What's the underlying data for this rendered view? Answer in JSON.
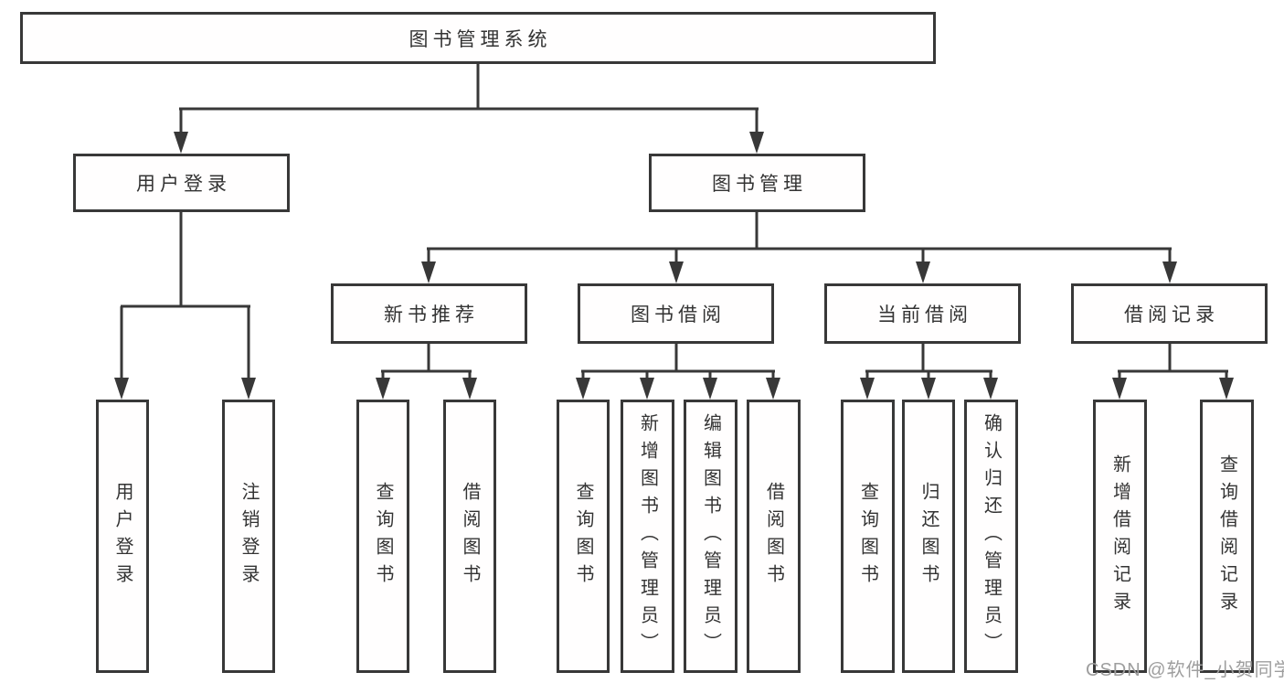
{
  "title": "图书管理系统",
  "level2": {
    "user_login": "用户登录",
    "book_management": "图书管理"
  },
  "level3": {
    "new_book": "新书推荐",
    "book_borrow": "图书借阅",
    "current_borrow": "当前借阅",
    "borrow_record": "借阅记录"
  },
  "leaves": {
    "user_login": [
      "用户登录",
      "注销登录"
    ],
    "new_book": [
      "查询图书",
      "借阅图书"
    ],
    "book_borrow": [
      "查询图书",
      "新增图书（管理员）",
      "编辑图书（管理员）",
      "借阅图书"
    ],
    "current_borrow": [
      "查询图书",
      "归还图书",
      "确认归还（管理员）"
    ],
    "borrow_record": [
      "新增借阅记录",
      "查询借阅记录"
    ]
  },
  "watermark": "CSDN @软件_小贺同学",
  "colors": {
    "line": "#383838",
    "text": "#333333",
    "background": "#ffffff",
    "watermark": "#9e9e9e"
  }
}
